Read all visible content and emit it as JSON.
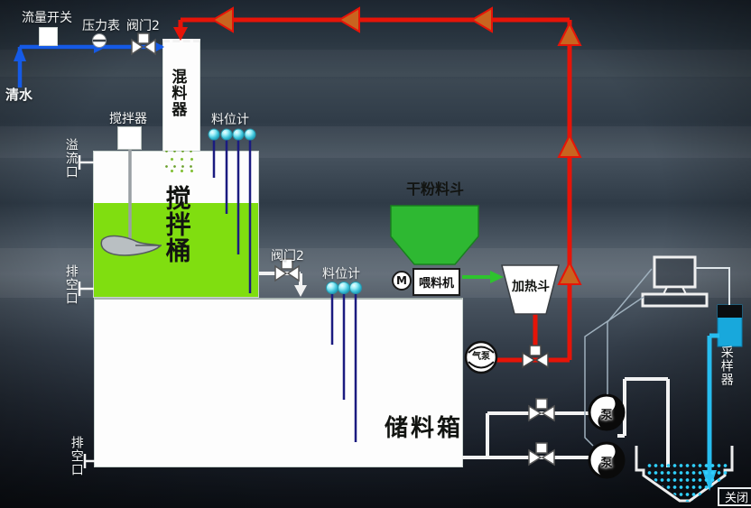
{
  "labels": {
    "clean_water": "清水",
    "flow_switch": "流量开关",
    "pressure_gauge": "压力表",
    "valve2_top": "阀门2",
    "mixer": "混料器",
    "agitator": "搅拌器",
    "level_gauge_mixing": "料位计",
    "overflow_port": "溢流口",
    "mixing_tank": "搅拌桶",
    "drain_port_mixing": "排空口",
    "valve2_transfer": "阀门2",
    "level_gauge_storage": "料位计",
    "dry_powder_hopper": "干粉料斗",
    "motor": "M",
    "feeder": "喂料机",
    "heating_hopper": "加热斗",
    "air_pump": "气泵",
    "storage_tank": "储料箱",
    "drain_port_storage": "排空口",
    "sampler": "采样器",
    "pump_upper": "泵",
    "pump_lower": "泵",
    "close": "关闭"
  },
  "colors": {
    "pipe_red": "#e61408",
    "arrow_orange": "#c9641f",
    "pipe_blue": "#155ae6",
    "pipe_white": "#f2f2f2",
    "pipe_cyan": "#27bdef",
    "liquid_green": "#80de10",
    "hopper_green": "#2eb832",
    "arrow_green": "#2ec32e",
    "level_rod_navy": "#1b1b80",
    "sensor_cyan": "#3fc3da",
    "tank_white": "#fdfdfd",
    "background_dark": "#2a3641"
  }
}
